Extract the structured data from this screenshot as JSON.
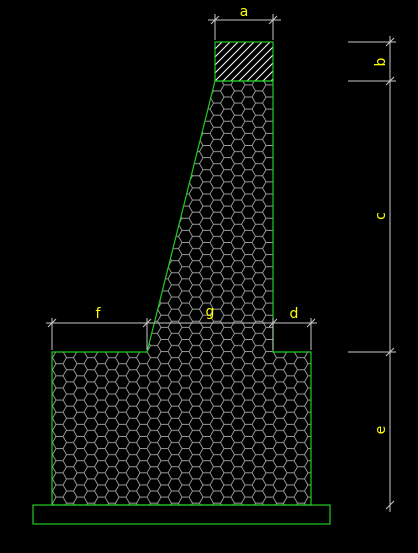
{
  "labels": {
    "a": "a",
    "b": "b",
    "c": "c",
    "d": "d",
    "e": "e",
    "f": "f",
    "g": "g"
  },
  "colors": {
    "background": "#000000",
    "outline": "#22cc22",
    "dimension": "#c8c8c8",
    "label": "#ffff00",
    "fill_pattern": "#a0a0a0",
    "cap_hatch": "#ffffff"
  }
}
